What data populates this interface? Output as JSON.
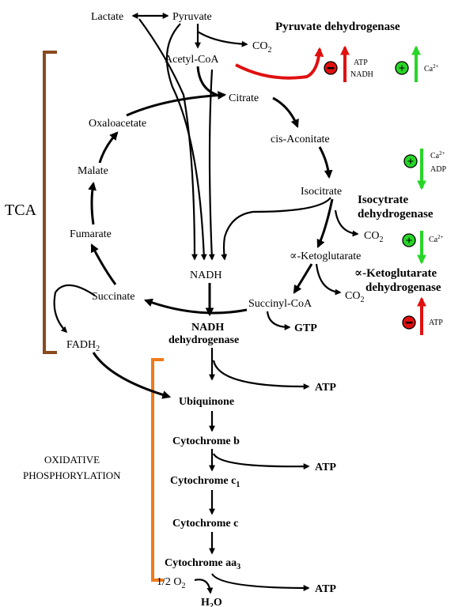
{
  "metabolites": {
    "lactate": "Lactate",
    "pyruvate": "Pyruvate",
    "acetyl_coa": "Acetyl-CoA",
    "co2": "CO",
    "co2_sub": "2",
    "citrate": "Citrate",
    "cis_aconitate": "cis-Aconitate",
    "isocitrate": "Isocitrate",
    "alpha_ketoglutarate": "Ketoglutarate",
    "alpha_symbol": "∝-",
    "succinyl_coa": "Succinyl-CoA",
    "succinate": "Succinate",
    "fumarate": "Fumarate",
    "malate": "Malate",
    "oxaloacetate": "Oxaloacetate",
    "nadh": "NADH",
    "fadh2_main": "FADH",
    "fadh2_sub": "2",
    "gtp": "GTP"
  },
  "sections": {
    "tca": "TCA",
    "oxphos_line1": "OXIDATIVE",
    "oxphos_line2": "PHOSPHORYLATION"
  },
  "enzymes": {
    "pdh": "Pyruvate dehydrogenase",
    "idh_line1": "Isocytrate",
    "idh_line2": "dehydrogenase",
    "kgdh_alpha": "∝-",
    "kgdh_line1": "Ketoglutarate",
    "kgdh_line2": "dehydrogenase"
  },
  "regulators": {
    "pdh_inhibitors": [
      "ATP",
      "NADH"
    ],
    "pdh_activator": "Ca",
    "idh_activators": [
      "Ca",
      "ADP"
    ],
    "kgdh_activator": "Ca",
    "kgdh_inhibitor": "ATP",
    "ca_charge": "2+",
    "plus": "+",
    "minus": "−"
  },
  "electron_transport": {
    "nadh_dh_line1": "NADH",
    "nadh_dh_line2": "dehydrogenase",
    "ubiquinone": "Ubiquinone",
    "cyt_b": "Cytochrome b",
    "cyt_c1": "Cytochrome c",
    "cyt_c1_sub": "1",
    "cyt_c": "Cytochrome c",
    "cyt_aa3": "Cytochrome aa",
    "cyt_aa3_sub": "3",
    "half_o2": "1/2 O",
    "half_o2_sub": "2",
    "water": "H",
    "water_sub": "2",
    "water_end": "O",
    "atp": "ATP"
  },
  "colors": {
    "activate": "#27d627",
    "inhibit": "#e01010",
    "tca_bracket": "#8a4a1e",
    "oxphos_bracket": "#f07a1a"
  }
}
